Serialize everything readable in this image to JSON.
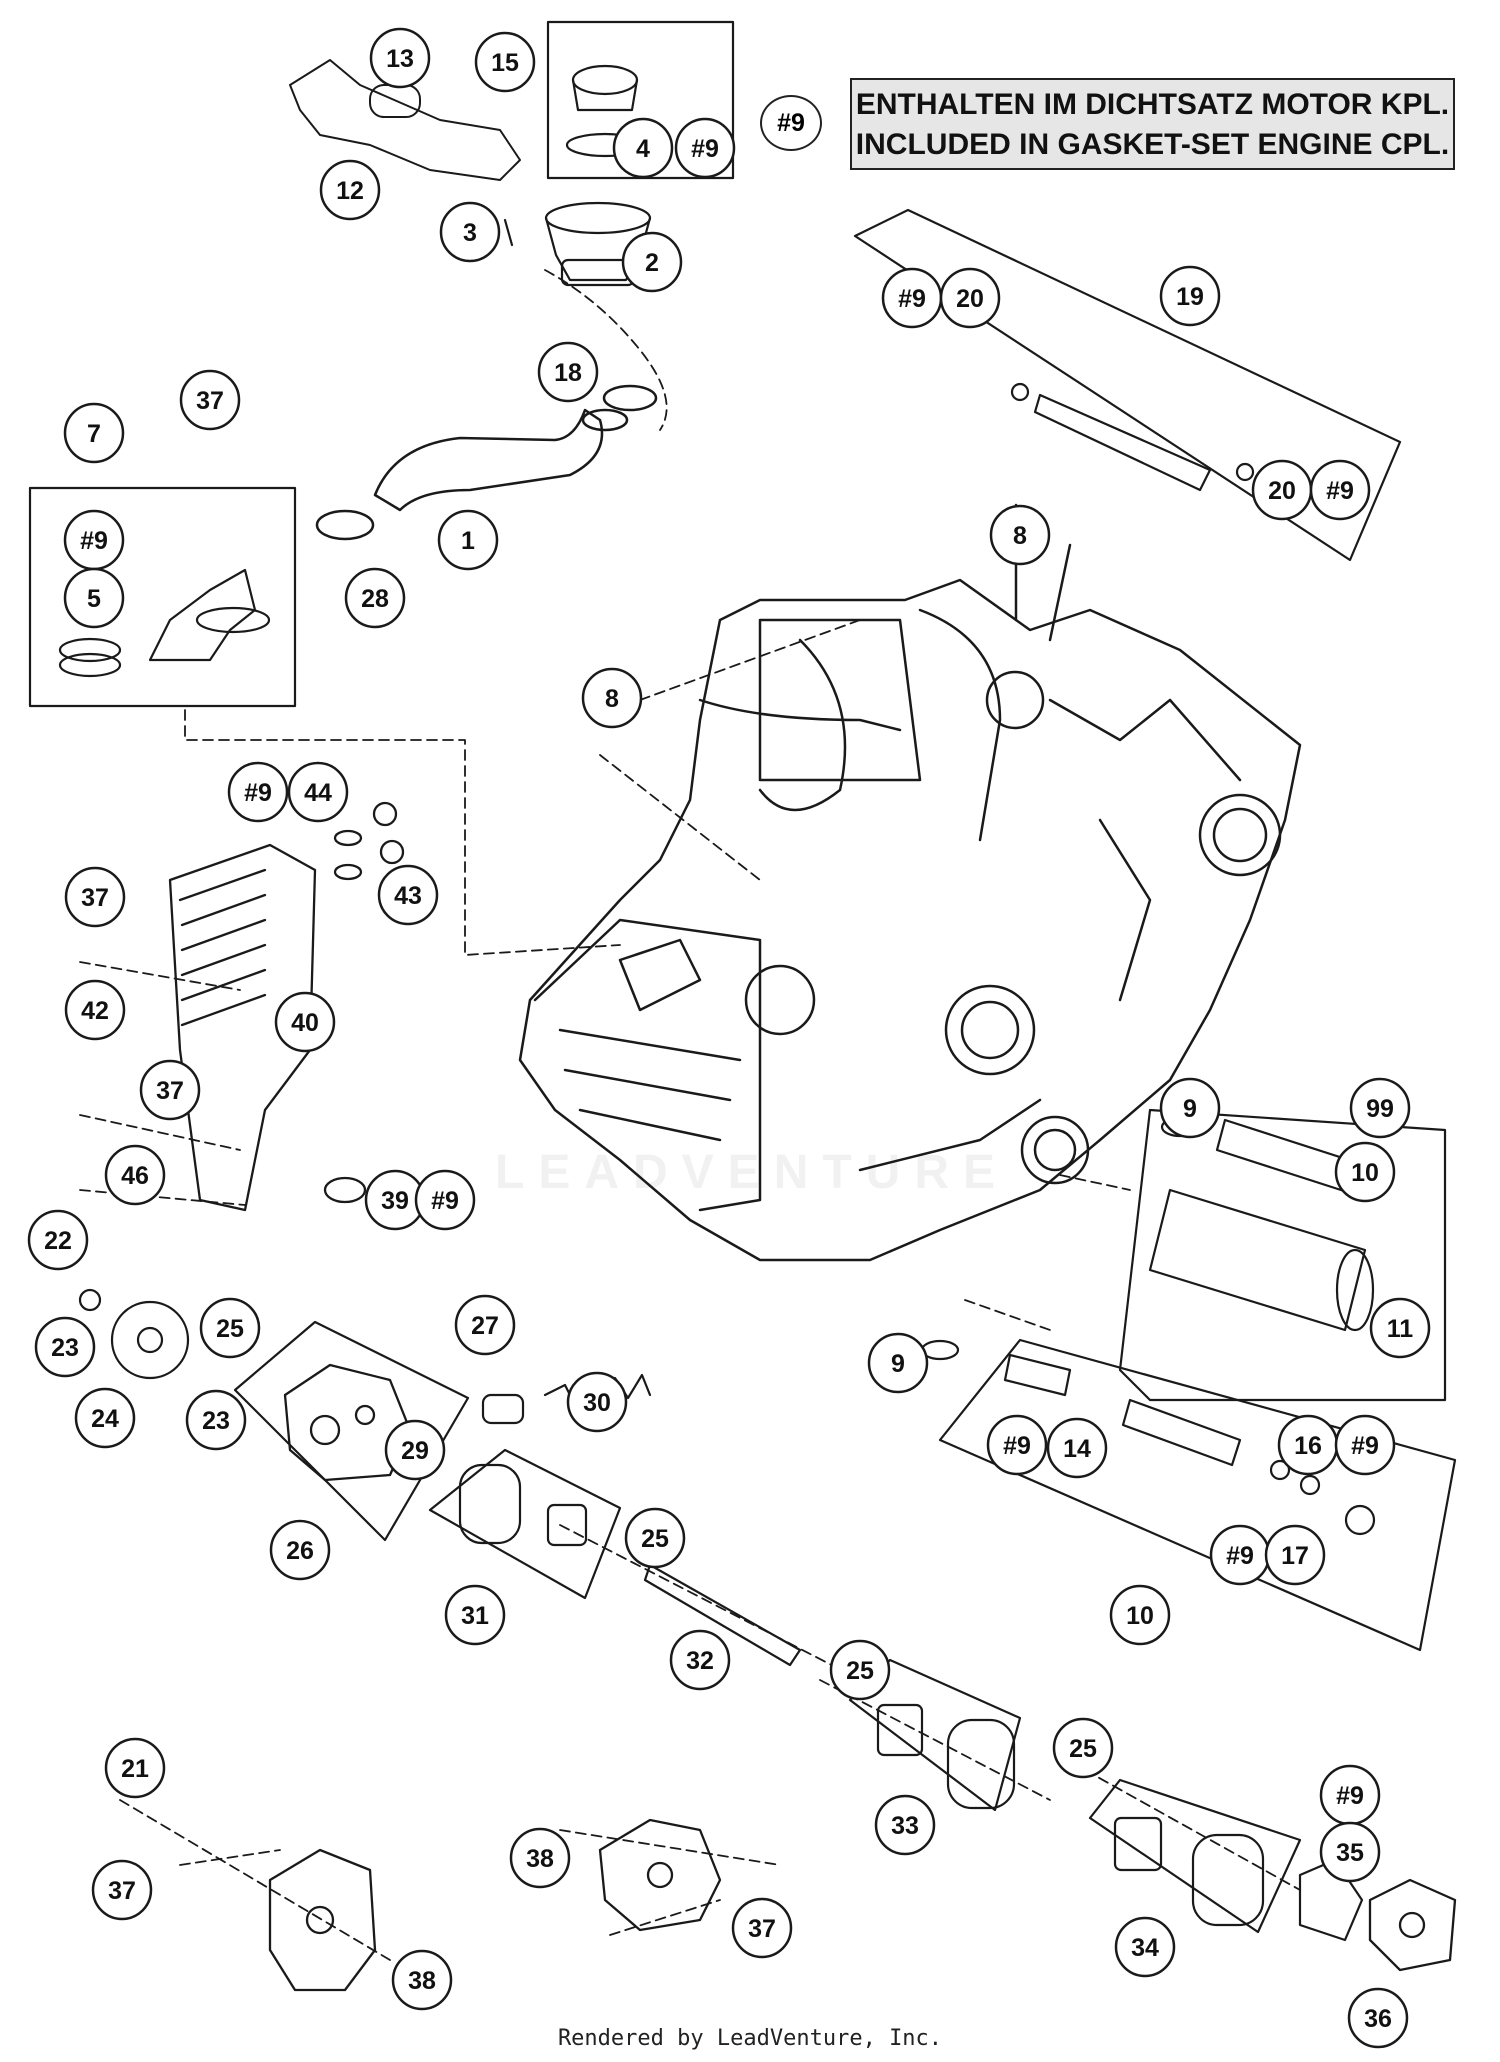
{
  "note": {
    "ref": "#9",
    "line1": "ENTHALTEN IM DICHTSATZ MOTOR KPL.",
    "line2": "INCLUDED IN GASKET-SET ENGINE CPL."
  },
  "watermark": "LEADVENTURE",
  "footer": "Rendered by LeadVenture, Inc.",
  "labels": [
    "13",
    "15",
    "4",
    "#9",
    "12",
    "3",
    "2",
    "#9",
    "20",
    "19",
    "20",
    "#9",
    "37",
    "18",
    "7",
    "#9",
    "5",
    "1",
    "28",
    "8",
    "8",
    "#9",
    "44",
    "43",
    "37",
    "42",
    "40",
    "37",
    "46",
    "39",
    "#9",
    "9",
    "99",
    "10",
    "11",
    "22",
    "23",
    "25",
    "27",
    "24",
    "23",
    "30",
    "29",
    "9",
    "26",
    "#9",
    "14",
    "16",
    "#9",
    "#9",
    "17",
    "25",
    "31",
    "10",
    "32",
    "25",
    "21",
    "25",
    "33",
    "#9",
    "35",
    "37",
    "38",
    "37",
    "34",
    "38",
    "36"
  ]
}
